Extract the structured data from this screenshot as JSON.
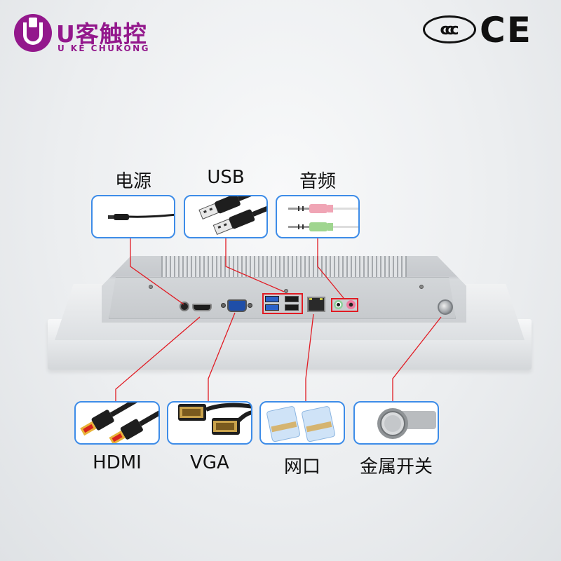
{
  "brand": {
    "name_cn": "U客触控",
    "name_en": "U KE CHUKONG",
    "color": "#93188c"
  },
  "certifications": [
    {
      "name": "CCC",
      "glyph": "ccc"
    },
    {
      "name": "CE",
      "glyph": "CE"
    }
  ],
  "accent_colors": {
    "callout_line": "#e11c24",
    "card_border": "#3d8ce8"
  },
  "top_callouts": [
    {
      "label": "电源",
      "icon": "dc-power-plug-icon"
    },
    {
      "label": "USB",
      "icon": "usb-cable-icon"
    },
    {
      "label": "音频",
      "icon": "audio-jack-icon"
    }
  ],
  "bottom_callouts": [
    {
      "label": "HDMI",
      "icon": "hdmi-cable-icon"
    },
    {
      "label": "VGA",
      "icon": "vga-cable-icon"
    },
    {
      "label": "网口",
      "icon": "rj45-ethernet-icon"
    },
    {
      "label": "金属开关",
      "icon": "metal-push-button-icon"
    }
  ],
  "device": {
    "ports": [
      "dc-in",
      "hdmi",
      "vga",
      "usb3 x2",
      "usb2 x2",
      "rj45",
      "audio-out",
      "mic-in",
      "power-button"
    ]
  }
}
